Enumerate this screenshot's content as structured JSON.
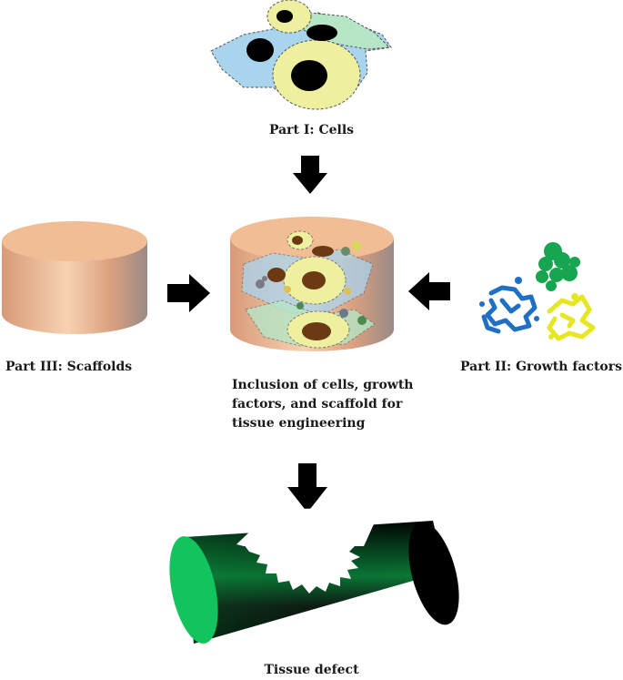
{
  "labels": {
    "cells": "Part I: Cells",
    "scaffolds": "Part III: Scaffolds",
    "growth_factors": "Part II: Growth factors",
    "inclusion": "Inclusion of cells, growth factors, and scaffold for tissue engineering",
    "defect": "Tissue defect"
  },
  "colors": {
    "cell_yellow": "#eef0a0",
    "cell_blue": "#a9d4ee",
    "cell_green": "#b6e6c6",
    "nucleus": "#000000",
    "scaffold_top": "#f0bd95",
    "scaffold_side": "#d99c7a",
    "arrow": "#000000",
    "gf_blue": "#1f6fc6",
    "gf_green": "#17a551",
    "gf_yellow": "#e6e622",
    "tissue_green": "#12c35e",
    "tissue_dark": "#000000"
  },
  "icons": [
    "cells-icon",
    "scaffold-icon",
    "growth-factors-icon",
    "tissue-construct-icon",
    "tissue-defect-icon",
    "arrow-down-icon",
    "arrow-right-icon",
    "arrow-left-icon"
  ]
}
